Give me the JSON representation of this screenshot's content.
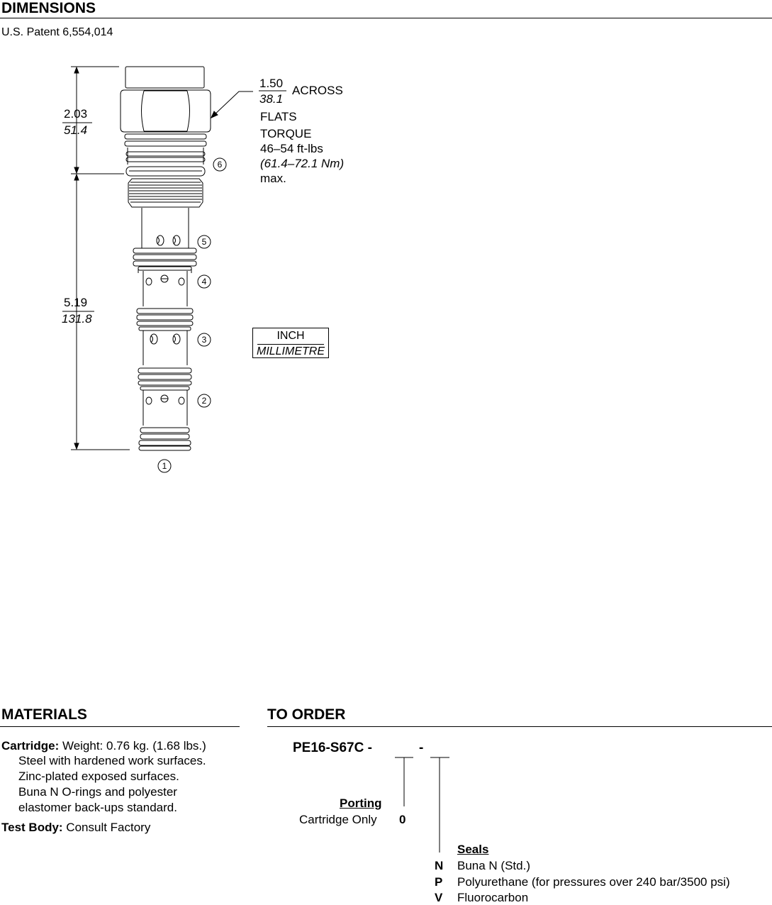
{
  "dimensions": {
    "heading": "DIMENSIONS",
    "patent": "U.S. Patent 6,554,014",
    "dim_top_inch": "2.03",
    "dim_top_mm": "51.4",
    "dim_body_inch": "5.19",
    "dim_body_mm": "131.8",
    "hex_inch": "1.50",
    "hex_mm": "38.1",
    "hex_across": "ACROSS",
    "hex_flats": "FLATS",
    "torque_label": "TORQUE",
    "torque_ftlbs": "46–54 ft-lbs",
    "torque_nm": "(61.4–72.1 Nm)",
    "torque_max": "max.",
    "units_inch": "INCH",
    "units_mm": "MILLIMETRE",
    "ports": [
      "1",
      "2",
      "3",
      "4",
      "5",
      "6"
    ]
  },
  "materials": {
    "heading": "MATERIALS",
    "cartridge_label": "Cartridge:",
    "cartridge_weight": " Weight: 0.76 kg. (1.68 lbs.)",
    "cartridge_lines": [
      "Steel with hardened work surfaces.",
      "Zinc-plated exposed surfaces.",
      "Buna N O-rings and polyester",
      "elastomer back-ups standard."
    ],
    "test_body_label": "Test Body:",
    "test_body_value": " Consult Factory"
  },
  "to_order": {
    "heading": "TO ORDER",
    "model": "PE16-S67C -",
    "model_sep": "-",
    "porting": {
      "title": "Porting",
      "option_label": "Cartridge Only",
      "option_code": "0"
    },
    "seals": {
      "title": "Seals",
      "options": [
        {
          "code": "N",
          "label": "Buna N (Std.)"
        },
        {
          "code": "P",
          "label": "Polyurethane (for pressures over 240 bar/3500 psi)"
        },
        {
          "code": "V",
          "label": "Fluorocarbon"
        }
      ]
    }
  }
}
